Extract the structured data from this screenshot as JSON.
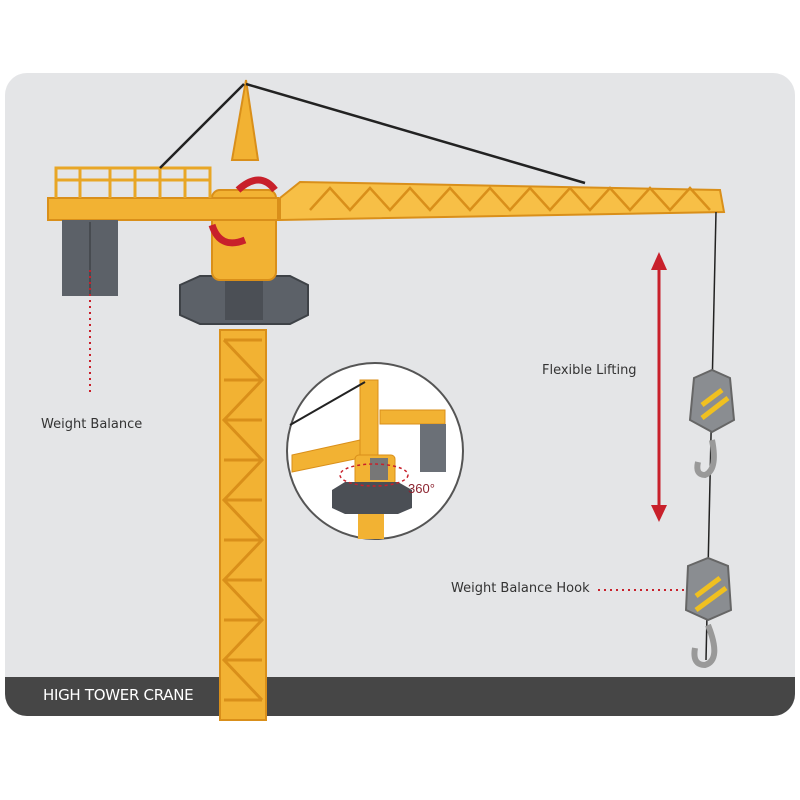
{
  "product": {
    "banner_title": "HIGH TOWER CRANE",
    "labels": {
      "weight_balance": "Weight Balance",
      "flexible_lifting": "Flexible Lifting",
      "weight_balance_hook": "Weight Balance Hook",
      "rotation": "360°"
    }
  },
  "colors": {
    "crane_yellow": "#f2b233",
    "accent_red": "#c8202b",
    "weight_grey": "#5c6168",
    "band": "#464646",
    "panel": "#e4e5e7"
  }
}
